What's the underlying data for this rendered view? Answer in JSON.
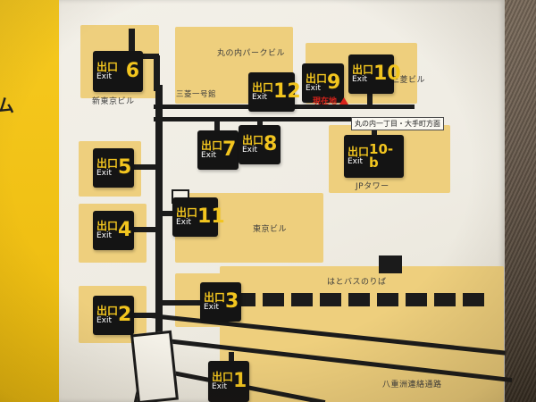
{
  "side": {
    "partial_text": "ム"
  },
  "signs": {
    "exit_jp": "出口",
    "exit_en": "Exit"
  },
  "exits": [
    {
      "number": "6"
    },
    {
      "number": "12"
    },
    {
      "number": "9"
    },
    {
      "number": "10"
    },
    {
      "number": "7"
    },
    {
      "number": "8"
    },
    {
      "number": "10-b"
    },
    {
      "number": "5"
    },
    {
      "number": "11"
    },
    {
      "number": "4"
    },
    {
      "number": "3"
    },
    {
      "number": "2"
    },
    {
      "number": "1"
    }
  ],
  "labels": {
    "marunouchi_park_bldg": "丸の内パークビル",
    "mitsubishi_ichigokan": "三菱一号館",
    "shin_tokyo_bldg": "新東京ビル",
    "mitsubishi_bldg": "三菱ビル",
    "current_location": "現在地",
    "direction": "丸の内一丁目・大手町方面",
    "jp_tower": "JPタワー",
    "tokyo_bldg": "東京ビル",
    "hato_bus": "はとバスのりば",
    "yaesu_passage": "八重洲連絡通路"
  },
  "colors": {
    "strip_yellow": "#f1c318",
    "building_yellow": "#eecf7d",
    "sign_black": "#141414",
    "sign_yellow": "#f2c51f",
    "current_location_red": "#d8231b"
  }
}
